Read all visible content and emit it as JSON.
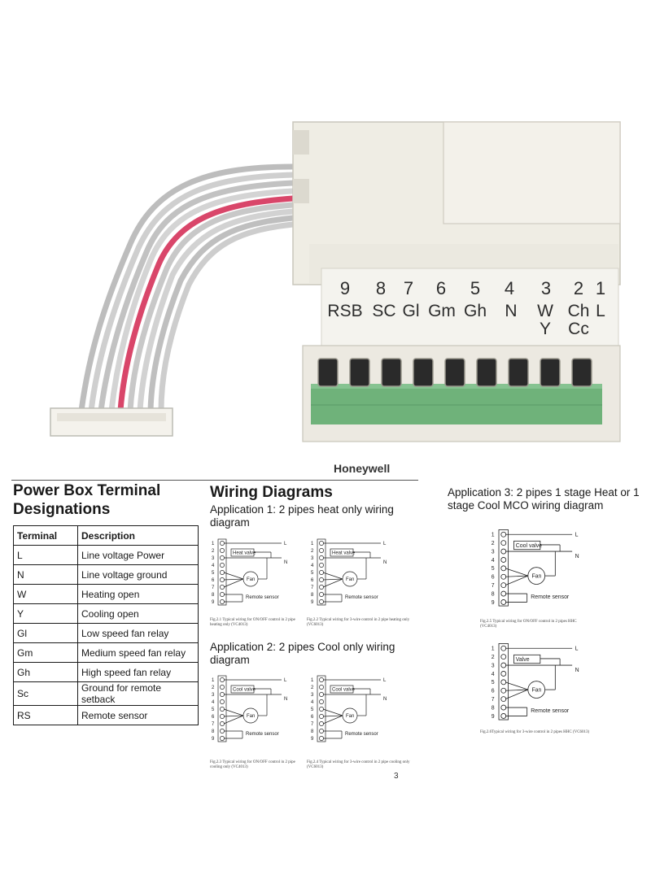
{
  "photo": {
    "terminal_numbers": [
      "9",
      "8",
      "7",
      "6",
      "5",
      "4",
      "3",
      "2",
      "1"
    ],
    "terminal_codes": [
      "RSB",
      "SC",
      "Gl",
      "Gm",
      "Gh",
      "N",
      "W\nY",
      "Ch\nCc",
      "L"
    ]
  },
  "doc": {
    "brand": "Honeywell",
    "terminal_heading": "Power Box Terminal Designations",
    "wiring_heading": "Wiring Diagrams",
    "table": {
      "headers": [
        "Terminal",
        "Description"
      ],
      "rows": [
        [
          "L",
          "Line voltage Power"
        ],
        [
          "N",
          "Line voltage ground"
        ],
        [
          "W",
          "Heating open"
        ],
        [
          "Y",
          "Cooling open"
        ],
        [
          "Gl",
          "Low speed fan relay"
        ],
        [
          "Gm",
          "Medium speed fan relay"
        ],
        [
          "Gh",
          "High speed fan relay"
        ],
        [
          "Sc",
          "Ground for remote setback"
        ],
        [
          "RS",
          "Remote sensor"
        ]
      ]
    },
    "applications": {
      "app1": "Application 1: 2 pipes heat only wiring diagram",
      "app2": "Application 2: 2 pipes Cool only wiring diagram",
      "app3": "Application 3: 2 pipes 1 stage Heat or 1 stage Cool MCO wiring diagram"
    },
    "diagram_labels": {
      "L": "L",
      "N": "N",
      "fan": "Fan",
      "remote_sensor": "Remote sensor",
      "heat_valve": "Heat valve",
      "cool_valve": "Cool valve",
      "valve": "Valve",
      "pins": [
        "1",
        "2",
        "3",
        "4",
        "5",
        "6",
        "7",
        "8",
        "9"
      ]
    },
    "captions": {
      "fig21": "Fig.2.1 Typical wiring for ON/OFF control in 2 pipe heating only (VC4013)",
      "fig22": "Fig.2.2 Typical wiring for 3-wire control in 2 pipe heating only (VC6013)",
      "fig23": "Fig.2.3 Typical wiring for ON/OFF control in 2 pipe cooling only (VC4013)",
      "fig24": "Fig.2.4 Typical wiring for 3-wire control in 2 pipe cooling only (VC6013)",
      "fig25": "Fig.2.5 Typical wiring for ON/OFF control in 2 pipes HHC (VC4013)",
      "fig26": "Fig.2.6Typical wiring for 3-wire control in 2 pipes HHC (VC6013)"
    },
    "page_number": "3"
  },
  "colors": {
    "housing": "#efede4",
    "terminal_green": "#6fb27a",
    "wire_grey": "#c9c9c9",
    "wire_red": "#d9466a"
  }
}
